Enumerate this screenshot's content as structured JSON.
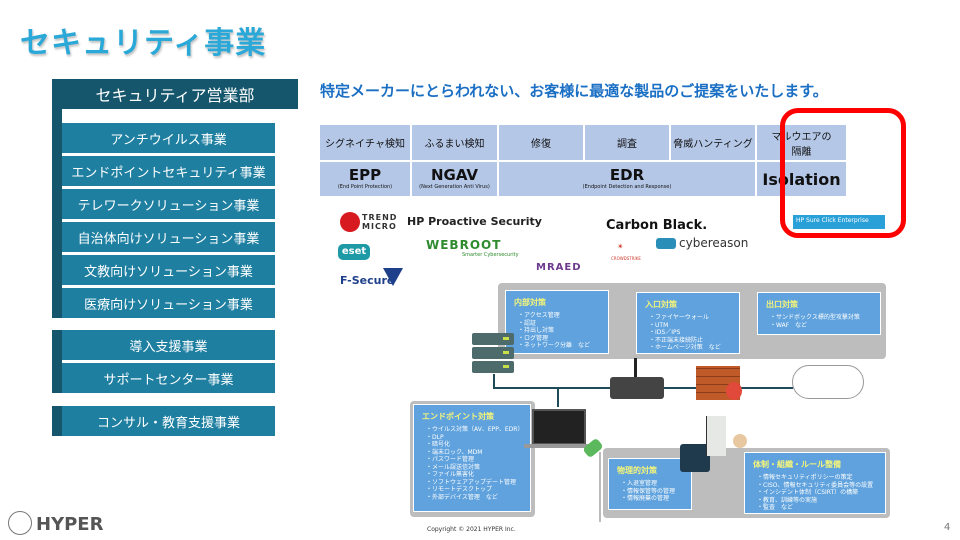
{
  "page": {
    "title": "セキュリティ事業",
    "tagline": "特定メーカーにとらわれない、お客様に最適な製品のご提案をいたします。",
    "page_number": "4",
    "copyright": "Copyright © 2021 HYPER Inc.",
    "company": "HYPER"
  },
  "menu": {
    "header": "セキュリティア営業部",
    "group1": [
      "アンチウイルス事業",
      "エンドポイントセキュリティ事業",
      "テレワークソリューション事業",
      "自治体向けソリューション事業",
      "文教向けソリューション事業",
      "医療向けソリューション事業"
    ],
    "group2": [
      "導入支援事業",
      "サポートセンター事業"
    ],
    "group3": [
      "コンサル・教育支援事業"
    ]
  },
  "product_table": {
    "headers": [
      "シグネイチャ検知",
      "ふるまい検知",
      "修復",
      "調査",
      "脅威ハンティング",
      "マルウエアの隔離"
    ],
    "products": [
      {
        "name": "EPP",
        "sub": "(End Point Protection)"
      },
      {
        "name": "NGAV",
        "sub": "(Next Generation Anti Virus)"
      },
      {
        "name": "EDR",
        "sub": "(Endpoint Detection and Response)"
      },
      {
        "name": "Isolation",
        "sub": ""
      }
    ]
  },
  "vendors": {
    "trend": "TREND MICRO",
    "hp_proactive": "HP Proactive Security",
    "eset": "eset",
    "webroot": "WEBROOT",
    "webroot_sub": "Smarter Cybersecurity",
    "fsecure": "F-Secure",
    "mraed": "MRAED",
    "carbon_black": "Carbon Black.",
    "crowdstrike": "CROWDSTRIKE",
    "cybereason": "cybereason",
    "hp_sure_click": "HP Sure Click Enterprise"
  },
  "diagram": {
    "internal": {
      "title": "内部対策",
      "items": [
        "アクセス管理",
        "認証",
        "持出し対策",
        "ログ管理",
        "ネットワーク分離　など"
      ]
    },
    "entrance": {
      "title": "入口対策",
      "items": [
        "ファイヤーウォール",
        "UTM",
        "IDS／IPS",
        "不正端末接続防止",
        "ホームページ対策　など"
      ]
    },
    "exit": {
      "title": "出口対策",
      "items": [
        "サンドボックス標的型攻撃対策",
        "WAF　など"
      ]
    },
    "endpoint": {
      "title": "エンドポイント対策",
      "items": [
        "ウイルス対策（AV、EPP、EDR）",
        "DLP",
        "暗号化",
        "端末ロック、MDM",
        "パスワード管理",
        "メール誤送信対策",
        "ファイル無害化",
        "ソフトウェアアップデート管理",
        "リモートデスクトップ",
        "外部デバイス管理　など"
      ]
    },
    "physical": {
      "title": "物理的対策",
      "items": [
        "入退室管理",
        "情報保管等の管理",
        "情報廃棄の管理"
      ]
    },
    "governance": {
      "title": "体制・組織・ルール整備",
      "items": [
        "情報セキュリティポリシーの策定",
        "CISO、情報セキュリティ委員会等の設置",
        "インシデント体制（CSIRT）の構築",
        "教育、訓練等の実施",
        "監査　など"
      ]
    }
  }
}
